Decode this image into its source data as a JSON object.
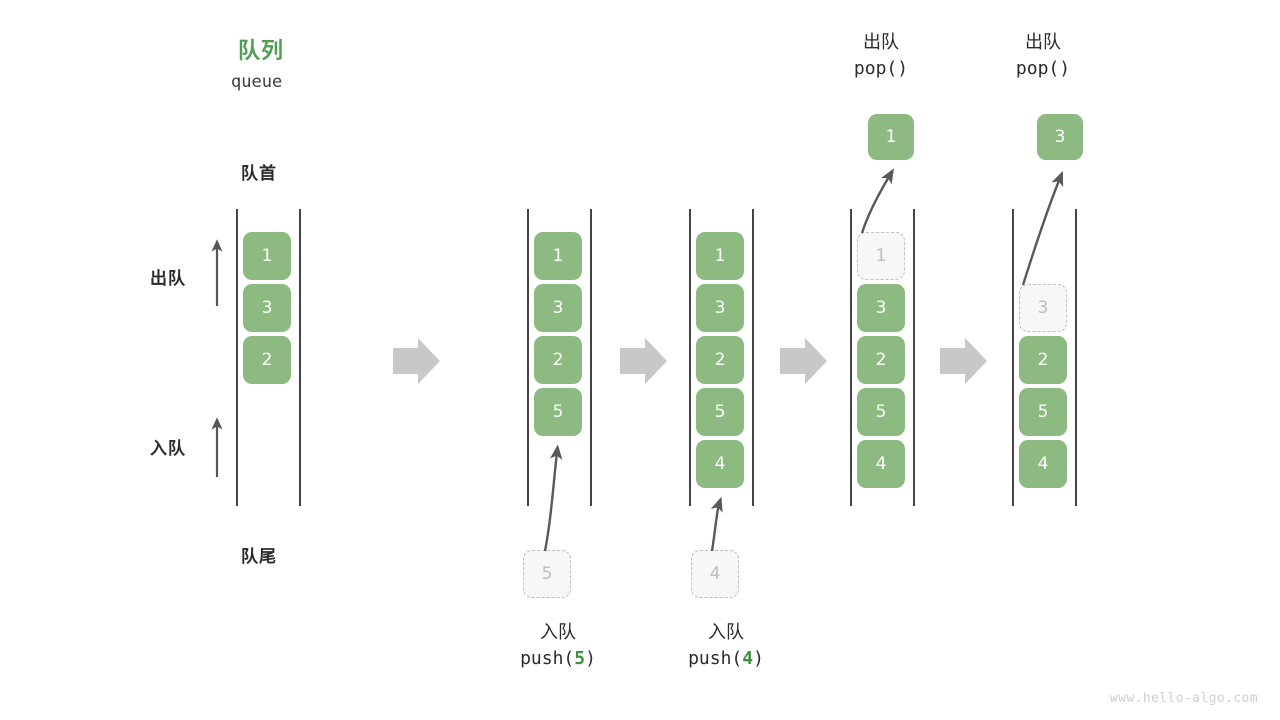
{
  "title": {
    "cn": "队列",
    "en": "queue",
    "color": "#4f9e52"
  },
  "labels": {
    "front": "队首",
    "rear": "队尾",
    "dequeue": "出队",
    "enqueue": "入队"
  },
  "colors": {
    "element": "#8cba80",
    "ghost_bg": "#f7f7f7",
    "ghost_border": "#c0c0c0",
    "ghost_text": "#bdbdbd",
    "rail": "#444444",
    "step_arrow": "#c8c8c8",
    "curve_arrow": "#595959",
    "accent_green": "#3f8f3f",
    "text": "#2b2b2b"
  },
  "columns": [
    {
      "name": "initial-queue",
      "cells": [
        "1",
        "3",
        "2"
      ],
      "ghost_index": -1,
      "caption_cn": "",
      "caption_code": "",
      "caption_arg": ""
    },
    {
      "name": "after-push-5",
      "cells": [
        "1",
        "3",
        "2",
        "5"
      ],
      "ghost_index": -1,
      "incoming_value": "5",
      "caption_cn": "入队",
      "caption_code_prefix": "push(",
      "caption_arg": "5",
      "caption_code_suffix": ")"
    },
    {
      "name": "after-push-4",
      "cells": [
        "1",
        "3",
        "2",
        "5",
        "4"
      ],
      "ghost_index": -1,
      "incoming_value": "4",
      "caption_cn": "入队",
      "caption_code_prefix": "push(",
      "caption_arg": "4",
      "caption_code_suffix": ")"
    },
    {
      "name": "after-pop-1",
      "cells": [
        "1",
        "3",
        "2",
        "5",
        "4"
      ],
      "ghost_index": 0,
      "popped_value": "1",
      "header_cn": "出队",
      "header_code": "pop()"
    },
    {
      "name": "after-pop-3",
      "cells": [
        "3",
        "2",
        "5",
        "4"
      ],
      "ghost_index": 0,
      "popped_value": "3",
      "header_cn": "出队",
      "header_code": "pop()"
    }
  ],
  "watermark": "www.hello-algo.com"
}
